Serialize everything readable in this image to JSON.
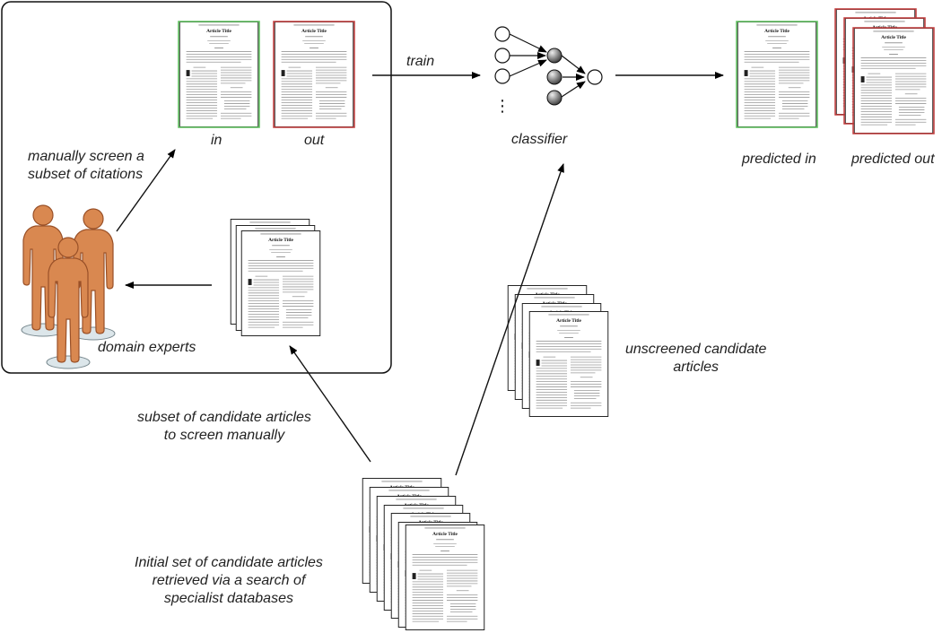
{
  "labels": {
    "train": "train",
    "classifier": "classifier",
    "in": "in",
    "out": "out",
    "predicted_in": "predicted in",
    "predicted_out": "predicted out",
    "manual_screen": [
      "manually screen a",
      "subset of citations"
    ],
    "domain_experts": "domain experts",
    "unscreened": [
      "unscreened candidate",
      "articles"
    ],
    "subset_candidates": [
      "subset of candidate articles",
      "to screen manually"
    ],
    "initial_set": [
      "Initial set of candidate articles",
      "retrieved via a search of",
      "specialist databases"
    ]
  },
  "document": {
    "title": "Article Title"
  },
  "network": {
    "ellipsis": "⋮"
  },
  "colors": {
    "in_border": "#5cc05c",
    "out_border": "#c23b3b",
    "person_fill": "#d98850",
    "person_stroke": "#9a5128",
    "base_fill": "#dce6ea"
  }
}
